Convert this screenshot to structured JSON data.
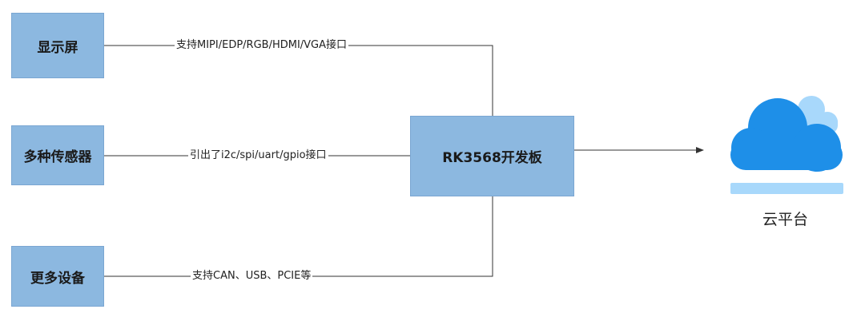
{
  "nodes": {
    "display": "显示屏",
    "sensors": "多种传感器",
    "devices": "更多设备",
    "board": "RK3568开发板"
  },
  "edges": {
    "display_label": "支持MIPI/EDP/RGB/HDMI/VGA接口",
    "sensors_label": "引出了i2c/spi/uart/gpio接口",
    "devices_label": "支持CAN、USB、PCIE等"
  },
  "cloud": {
    "label": "云平台",
    "icon": "cloud-icon"
  },
  "colors": {
    "box_fill": "#8cb8e0",
    "cloud_main": "#1e8fe8",
    "cloud_back": "#a8d8fb",
    "cloud_base": "#a8d8fb",
    "line": "#333333"
  }
}
